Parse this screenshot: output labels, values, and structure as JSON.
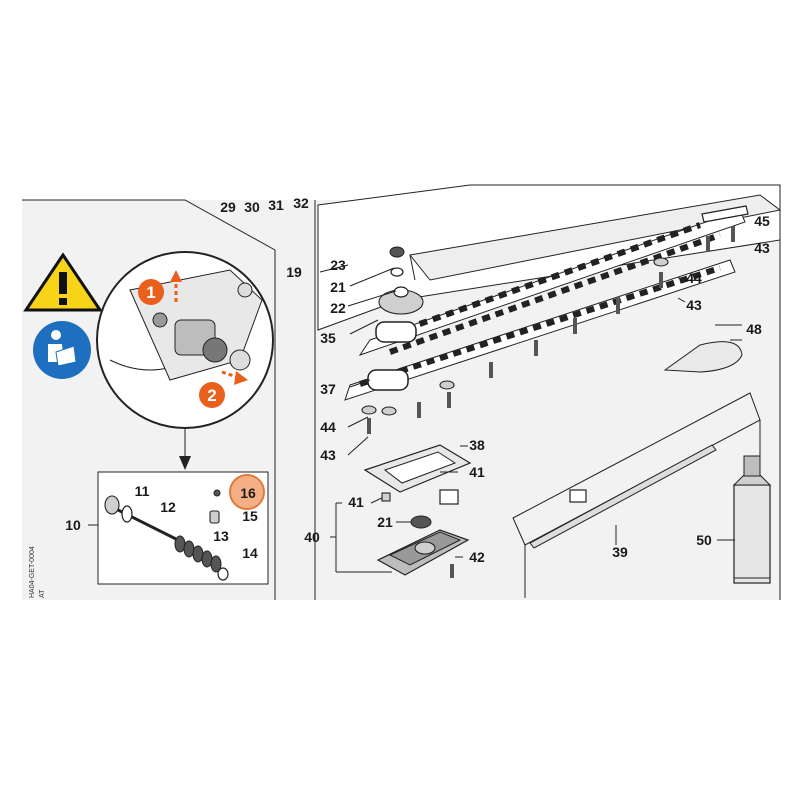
{
  "diagram": {
    "drawing_code": "HA04-GET-0004",
    "drawing_rev": "AT",
    "colors": {
      "warning_yellow": "#f7d417",
      "manual_blue": "#1f6fc0",
      "step_orange": "#e8601c",
      "highlight_peach": "#f4b084",
      "highlight_stroke": "#e07a3c",
      "panel_bg": "#f2f2f2"
    },
    "icons": {
      "warning": "warning-triangle-icon",
      "manual": "read-manual-icon"
    },
    "steps": [
      "1",
      "2"
    ],
    "labels": {
      "l29": "29",
      "l30": "30",
      "l31": "31",
      "l32": "32",
      "l19": "19",
      "l23": "23",
      "l21a": "21",
      "l22": "22",
      "l35": "35",
      "l37": "37",
      "l44a": "44",
      "l43a": "43",
      "l45": "45",
      "l43b": "43",
      "l44b": "44",
      "l43c": "43",
      "l48": "48",
      "l38": "38",
      "l41a": "41",
      "l41b": "41",
      "l40": "40",
      "l21b": "21",
      "l42": "42",
      "l39": "39",
      "l50": "50",
      "l10": "10",
      "l11": "11",
      "l12": "12",
      "l13": "13",
      "l14": "14",
      "l15": "15",
      "l16": "16"
    }
  }
}
